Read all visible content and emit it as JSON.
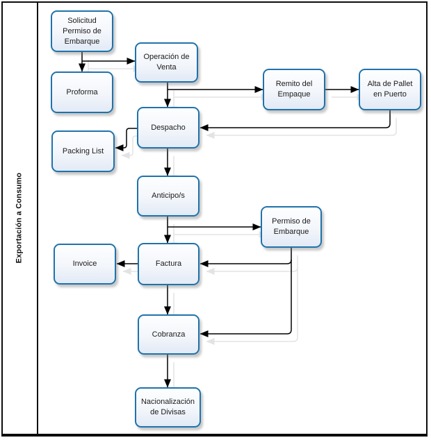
{
  "diagram": {
    "lane_label": "Exportación a Consumo",
    "nodes": [
      {
        "id": "solicitud-permiso-de-embarque",
        "label": "Solicitud\nPermiso de\nEmbarque"
      },
      {
        "id": "operacion-de-venta",
        "label": "Operación de\nVenta"
      },
      {
        "id": "proforma",
        "label": "Proforma"
      },
      {
        "id": "remito-del-empaque",
        "label": "Remito del\nEmpaque"
      },
      {
        "id": "alta-de-pallet-en-puerto",
        "label": "Alta de Pallet\nen Puerto"
      },
      {
        "id": "despacho",
        "label": "Despacho"
      },
      {
        "id": "packing-list",
        "label": "Packing List"
      },
      {
        "id": "anticipos",
        "label": "Anticipo/s"
      },
      {
        "id": "permiso-de-embarque",
        "label": "Permiso de\nEmbarque"
      },
      {
        "id": "invoice",
        "label": "Invoice"
      },
      {
        "id": "factura",
        "label": "Factura"
      },
      {
        "id": "cobranza",
        "label": "Cobranza"
      },
      {
        "id": "nacionalizacion-de-divisas",
        "label": "Nacionalización\nde Divisas"
      }
    ],
    "edges": [
      {
        "from": "solicitud-permiso-de-embarque",
        "to": "proforma"
      },
      {
        "from": "solicitud-permiso-de-embarque",
        "to": "operacion-de-venta"
      },
      {
        "from": "operacion-de-venta",
        "to": "despacho"
      },
      {
        "from": "operacion-de-venta",
        "to": "remito-del-empaque"
      },
      {
        "from": "remito-del-empaque",
        "to": "alta-de-pallet-en-puerto"
      },
      {
        "from": "alta-de-pallet-en-puerto",
        "to": "despacho"
      },
      {
        "from": "despacho",
        "to": "packing-list"
      },
      {
        "from": "despacho",
        "to": "anticipos"
      },
      {
        "from": "anticipos",
        "to": "factura"
      },
      {
        "from": "anticipos",
        "to": "permiso-de-embarque"
      },
      {
        "from": "permiso-de-embarque",
        "to": "factura"
      },
      {
        "from": "permiso-de-embarque",
        "to": "cobranza"
      },
      {
        "from": "factura",
        "to": "invoice"
      },
      {
        "from": "factura",
        "to": "cobranza"
      },
      {
        "from": "cobranza",
        "to": "nacionalizacion-de-divisas"
      }
    ],
    "colors": {
      "node_border": "#1f72ab",
      "node_fill_top": "#fdfeff",
      "node_fill_bottom": "#e2eaf6",
      "connector": "#000000",
      "frame": "#0c0c0c"
    }
  }
}
